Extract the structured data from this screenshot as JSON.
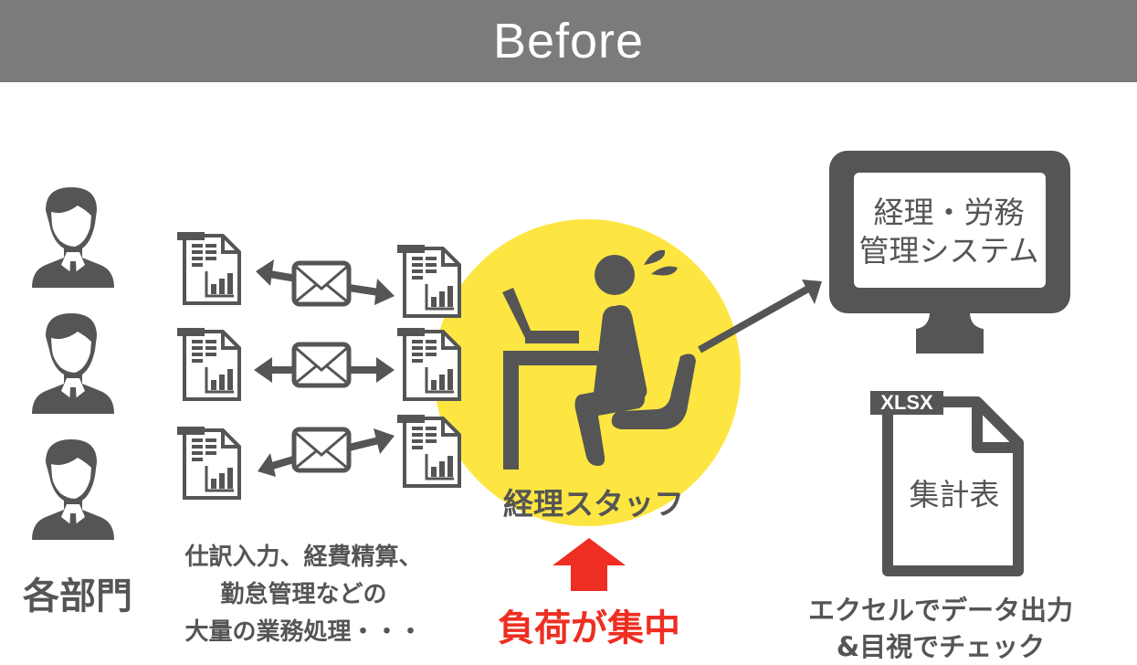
{
  "header": {
    "title": "Before"
  },
  "departments": {
    "label": "各部門",
    "count": 3
  },
  "tasks": {
    "lines": [
      "仕訳入力、経費精算、",
      "勤怠管理などの",
      "大量の業務処理・・・"
    ]
  },
  "staff": {
    "label": "経理スタッフ",
    "circle_color": "#fde642"
  },
  "load": {
    "label": "負荷が集中",
    "color": "#ee2e22"
  },
  "system": {
    "lines": [
      "経理・労務",
      "管理システム"
    ]
  },
  "spreadsheet": {
    "tag": "XLSX",
    "title": "集計表"
  },
  "excel_note": {
    "lines": [
      "エクセルでデータ出力",
      "&目視でチェック"
    ]
  },
  "colors": {
    "header_bg": "#7b7b7b",
    "icon_gray": "#555555",
    "highlight_yellow": "#fde642",
    "alert_red": "#ee2e22"
  }
}
